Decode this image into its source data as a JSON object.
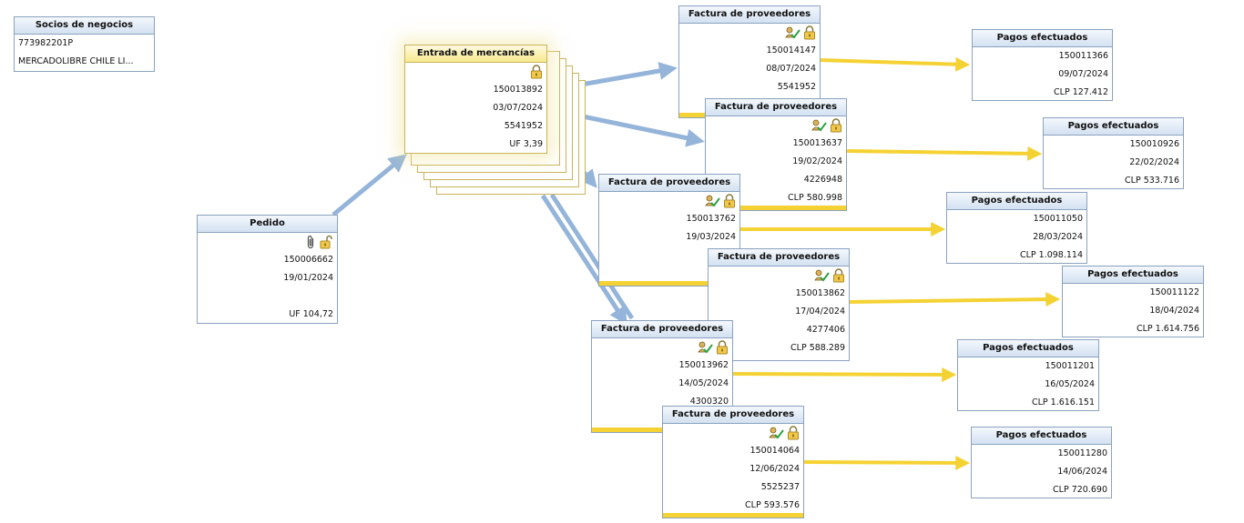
{
  "partner": {
    "title": "Socios de negocios",
    "id": "773982201P",
    "name": "MERCADOLIBRE CHILE LI..."
  },
  "order": {
    "title": "Pedido",
    "number": "150006662",
    "date": "19/01/2024",
    "amount": "UF 104,72"
  },
  "goods_receipt": {
    "title": "Entrada de mercancías",
    "number": "150013892",
    "date": "03/07/2024",
    "reference": "5541952",
    "amount": "UF 3,39"
  },
  "invoices": [
    {
      "title": "Factura de proveedores",
      "number": "150014147",
      "date": "08/07/2024",
      "reference": "5541952",
      "amount": ""
    },
    {
      "title": "Factura de proveedores",
      "number": "150013637",
      "date": "19/02/2024",
      "reference": "4226948",
      "amount": "CLP 580.998"
    },
    {
      "title": "Factura de proveedores",
      "number": "150013762",
      "date": "19/03/2024",
      "reference": "42",
      "amount": "CLP 5"
    },
    {
      "title": "Factura de proveedores",
      "number": "150013862",
      "date": "17/04/2024",
      "reference": "4277406",
      "amount": "CLP 588.289"
    },
    {
      "title": "Factura de proveedores",
      "number": "150013962",
      "date": "14/05/2024",
      "reference": "4300320",
      "amount": ""
    },
    {
      "title": "Factura de proveedores",
      "number": "150014064",
      "date": "12/06/2024",
      "reference": "5525237",
      "amount": "CLP 593.576"
    }
  ],
  "payments": [
    {
      "title": "Pagos efectuados",
      "number": "150011366",
      "date": "09/07/2024",
      "amount": "CLP 127.412"
    },
    {
      "title": "Pagos efectuados",
      "number": "150010926",
      "date": "22/02/2024",
      "amount": "CLP 533.716"
    },
    {
      "title": "Pagos efectuados",
      "number": "150011050",
      "date": "28/03/2024",
      "amount": "CLP 1.098.114"
    },
    {
      "title": "Pagos efectuados",
      "number": "150011122",
      "date": "18/04/2024",
      "amount": "CLP 1.614.756"
    },
    {
      "title": "Pagos efectuados",
      "number": "150011201",
      "date": "16/05/2024",
      "amount": "CLP 1.616.151"
    },
    {
      "title": "Pagos efectuados",
      "number": "150011280",
      "date": "14/06/2024",
      "amount": "CLP 720.690"
    }
  ],
  "icons": {
    "attachment": "paperclip-icon",
    "unlocked": "unlocked-padlock-icon",
    "locked": "locked-padlock-icon",
    "approved": "approved-check-icon"
  },
  "colors": {
    "node_border": "#8aa2bf",
    "header_blue": "#d3e1f1",
    "header_yellow": "#f7e88d",
    "arrow_blue": "#8fb0d8",
    "arrow_yellow": "#f5d233"
  }
}
